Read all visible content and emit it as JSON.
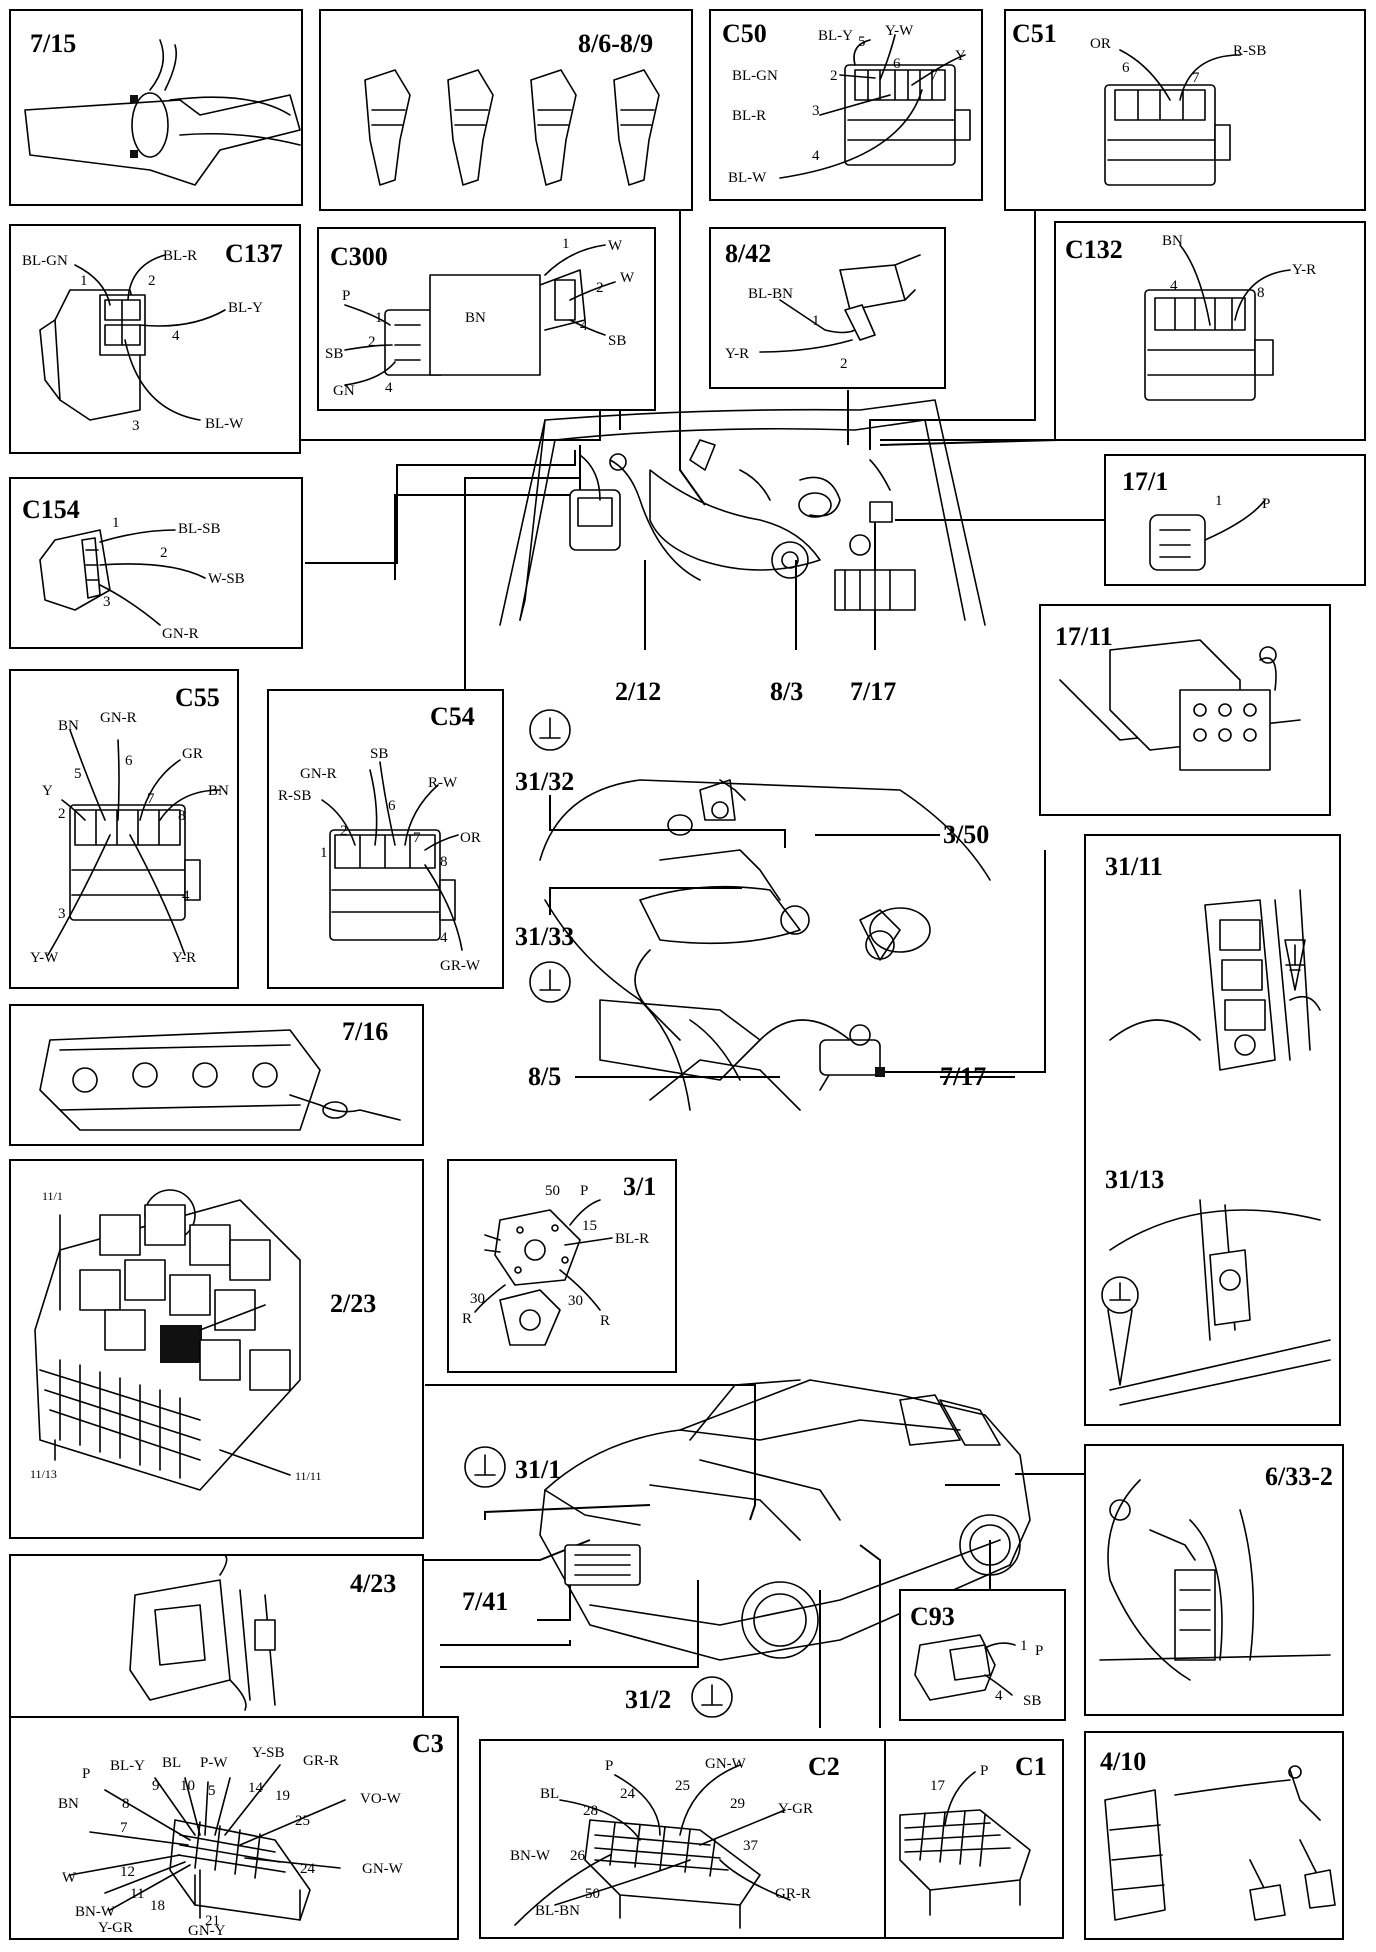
{
  "panels": {
    "p7_15": {
      "title": "7/15"
    },
    "p8_6": {
      "title": "8/6-8/9"
    },
    "c50": {
      "title": "C50",
      "wires": [
        {
          "pin": "5",
          "color": "BL-Y"
        },
        {
          "pin": "6",
          "color": "Y-W"
        },
        {
          "pin": "2",
          "color": "BL-GN"
        },
        {
          "pin": "7",
          "color": "Y"
        },
        {
          "pin": "3",
          "color": "BL-R"
        },
        {
          "pin": "4",
          "color": "BL-W"
        }
      ]
    },
    "c51": {
      "title": "C51",
      "wires": [
        {
          "pin": "6",
          "color": "OR"
        },
        {
          "pin": "7",
          "color": "R-SB"
        }
      ]
    },
    "c137": {
      "title": "C137",
      "wires": [
        {
          "pin": "1",
          "color": "BL-GN"
        },
        {
          "pin": "2",
          "color": "BL-R"
        },
        {
          "pin": "4",
          "color": "BL-Y"
        },
        {
          "pin": "3",
          "color": "BL-W"
        }
      ]
    },
    "c300": {
      "title": "C300",
      "body_label": "BN",
      "wires": [
        {
          "pin": "1",
          "color": "W"
        },
        {
          "pin": "2",
          "color": "W"
        },
        {
          "pin": "4",
          "color": "SB"
        },
        {
          "pin": "1",
          "color": "P"
        },
        {
          "pin": "2",
          "color": "SB"
        },
        {
          "pin": "4",
          "color": "GN"
        }
      ]
    },
    "p8_42": {
      "title": "8/42",
      "wires": [
        {
          "pin": "1",
          "color": "BL-BN"
        },
        {
          "pin": "2",
          "color": "Y-R"
        }
      ]
    },
    "c132": {
      "title": "C132",
      "wires": [
        {
          "pin": "4",
          "color": "BN"
        },
        {
          "pin": "8",
          "color": "Y-R"
        }
      ]
    },
    "c154": {
      "title": "C154",
      "wires": [
        {
          "pin": "1",
          "color": "BL-SB"
        },
        {
          "pin": "2",
          "color": "W-SB"
        },
        {
          "pin": "3",
          "color": "GN-R"
        }
      ]
    },
    "p17_1": {
      "title": "17/1",
      "wires": [
        {
          "pin": "1",
          "color": "P"
        }
      ]
    },
    "p17_11": {
      "title": "17/11"
    },
    "c55": {
      "title": "C55",
      "wires": [
        {
          "pin": "5",
          "color": "BN"
        },
        {
          "pin": "6",
          "color": "GN-R"
        },
        {
          "pin": "7",
          "color": "GR"
        },
        {
          "pin": "2",
          "color": "Y"
        },
        {
          "pin": "8",
          "color": "BN"
        },
        {
          "pin": "3",
          "color": "Y-W"
        },
        {
          "pin": "4",
          "color": "Y-R"
        }
      ]
    },
    "c54": {
      "title": "C54",
      "wires": [
        {
          "pin": "2",
          "color": "GN-R"
        },
        {
          "pin": "6",
          "color": "SB"
        },
        {
          "pin": "7",
          "color": "R-W"
        },
        {
          "pin": "1",
          "color": "R-SB"
        },
        {
          "pin": "8",
          "color": "OR"
        },
        {
          "pin": "4",
          "color": "GR-W"
        }
      ]
    },
    "p7_16": {
      "title": "7/16"
    },
    "p31_11": {
      "title": "31/11",
      "second_title": "31/13"
    },
    "fusebox": {
      "callout": "2/23",
      "label_a": "11/1",
      "label_b": "11/13",
      "label_c": "11/11"
    },
    "p3_1": {
      "title": "3/1",
      "wires": [
        {
          "pin": "50",
          "color": "P"
        },
        {
          "pin": "15",
          "color": "BL-R"
        },
        {
          "pin": "30",
          "color": "R"
        },
        {
          "pin": "30",
          "color": "R"
        }
      ]
    },
    "p4_23": {
      "title": "4/23"
    },
    "p6_33": {
      "title": "6/33-2"
    },
    "c93": {
      "title": "C93",
      "wires": [
        {
          "pin": "1",
          "color": "P"
        },
        {
          "pin": "4",
          "color": "SB"
        }
      ]
    },
    "c3": {
      "title": "C3",
      "wires": [
        {
          "pin": "9",
          "color": "BL-Y"
        },
        {
          "pin": "10",
          "color": "BL"
        },
        {
          "pin": "5",
          "color": "P-W"
        },
        {
          "pin": "14",
          "color": "Y-SB"
        },
        {
          "pin": "19",
          "color": "GR-R"
        },
        {
          "pin": "8",
          "color": "P"
        },
        {
          "pin": "7",
          "color": "BN"
        },
        {
          "pin": "25",
          "color": "VO-W"
        },
        {
          "pin": "12",
          "color": "W"
        },
        {
          "pin": "24",
          "color": "GN-W"
        },
        {
          "pin": "11",
          "color": "BN-W"
        },
        {
          "pin": "18",
          "color": "Y-GR"
        },
        {
          "pin": "21",
          "color": "GN-Y"
        }
      ]
    },
    "c2": {
      "title": "C2",
      "wires": [
        {
          "pin": "24",
          "color": "P"
        },
        {
          "pin": "25",
          "color": "GN-W"
        },
        {
          "pin": "28",
          "color": "BL"
        },
        {
          "pin": "29",
          "color": "Y-GR"
        },
        {
          "pin": "26",
          "color": "BN-W"
        },
        {
          "pin": "37",
          "color": "GR-R"
        },
        {
          "pin": "50",
          "color": "BL-BN"
        }
      ]
    },
    "c1": {
      "title": "C1",
      "wires": [
        {
          "pin": "17",
          "color": "P"
        }
      ]
    },
    "p4_10": {
      "title": "4/10"
    }
  },
  "engine_callouts": [
    "2/12",
    "8/3",
    "7/17"
  ],
  "engine2_callouts": {
    "top_left": "31/32",
    "top_right": "3/50",
    "mid_left": "31/33",
    "bottom_left": "8/5",
    "bottom_right": "7/17"
  },
  "car_callouts": {
    "ground_front": "31/1",
    "front_left": "7/41",
    "ground_bottom": "31/2"
  },
  "icons": {
    "ground": "ground-symbol-icon"
  }
}
